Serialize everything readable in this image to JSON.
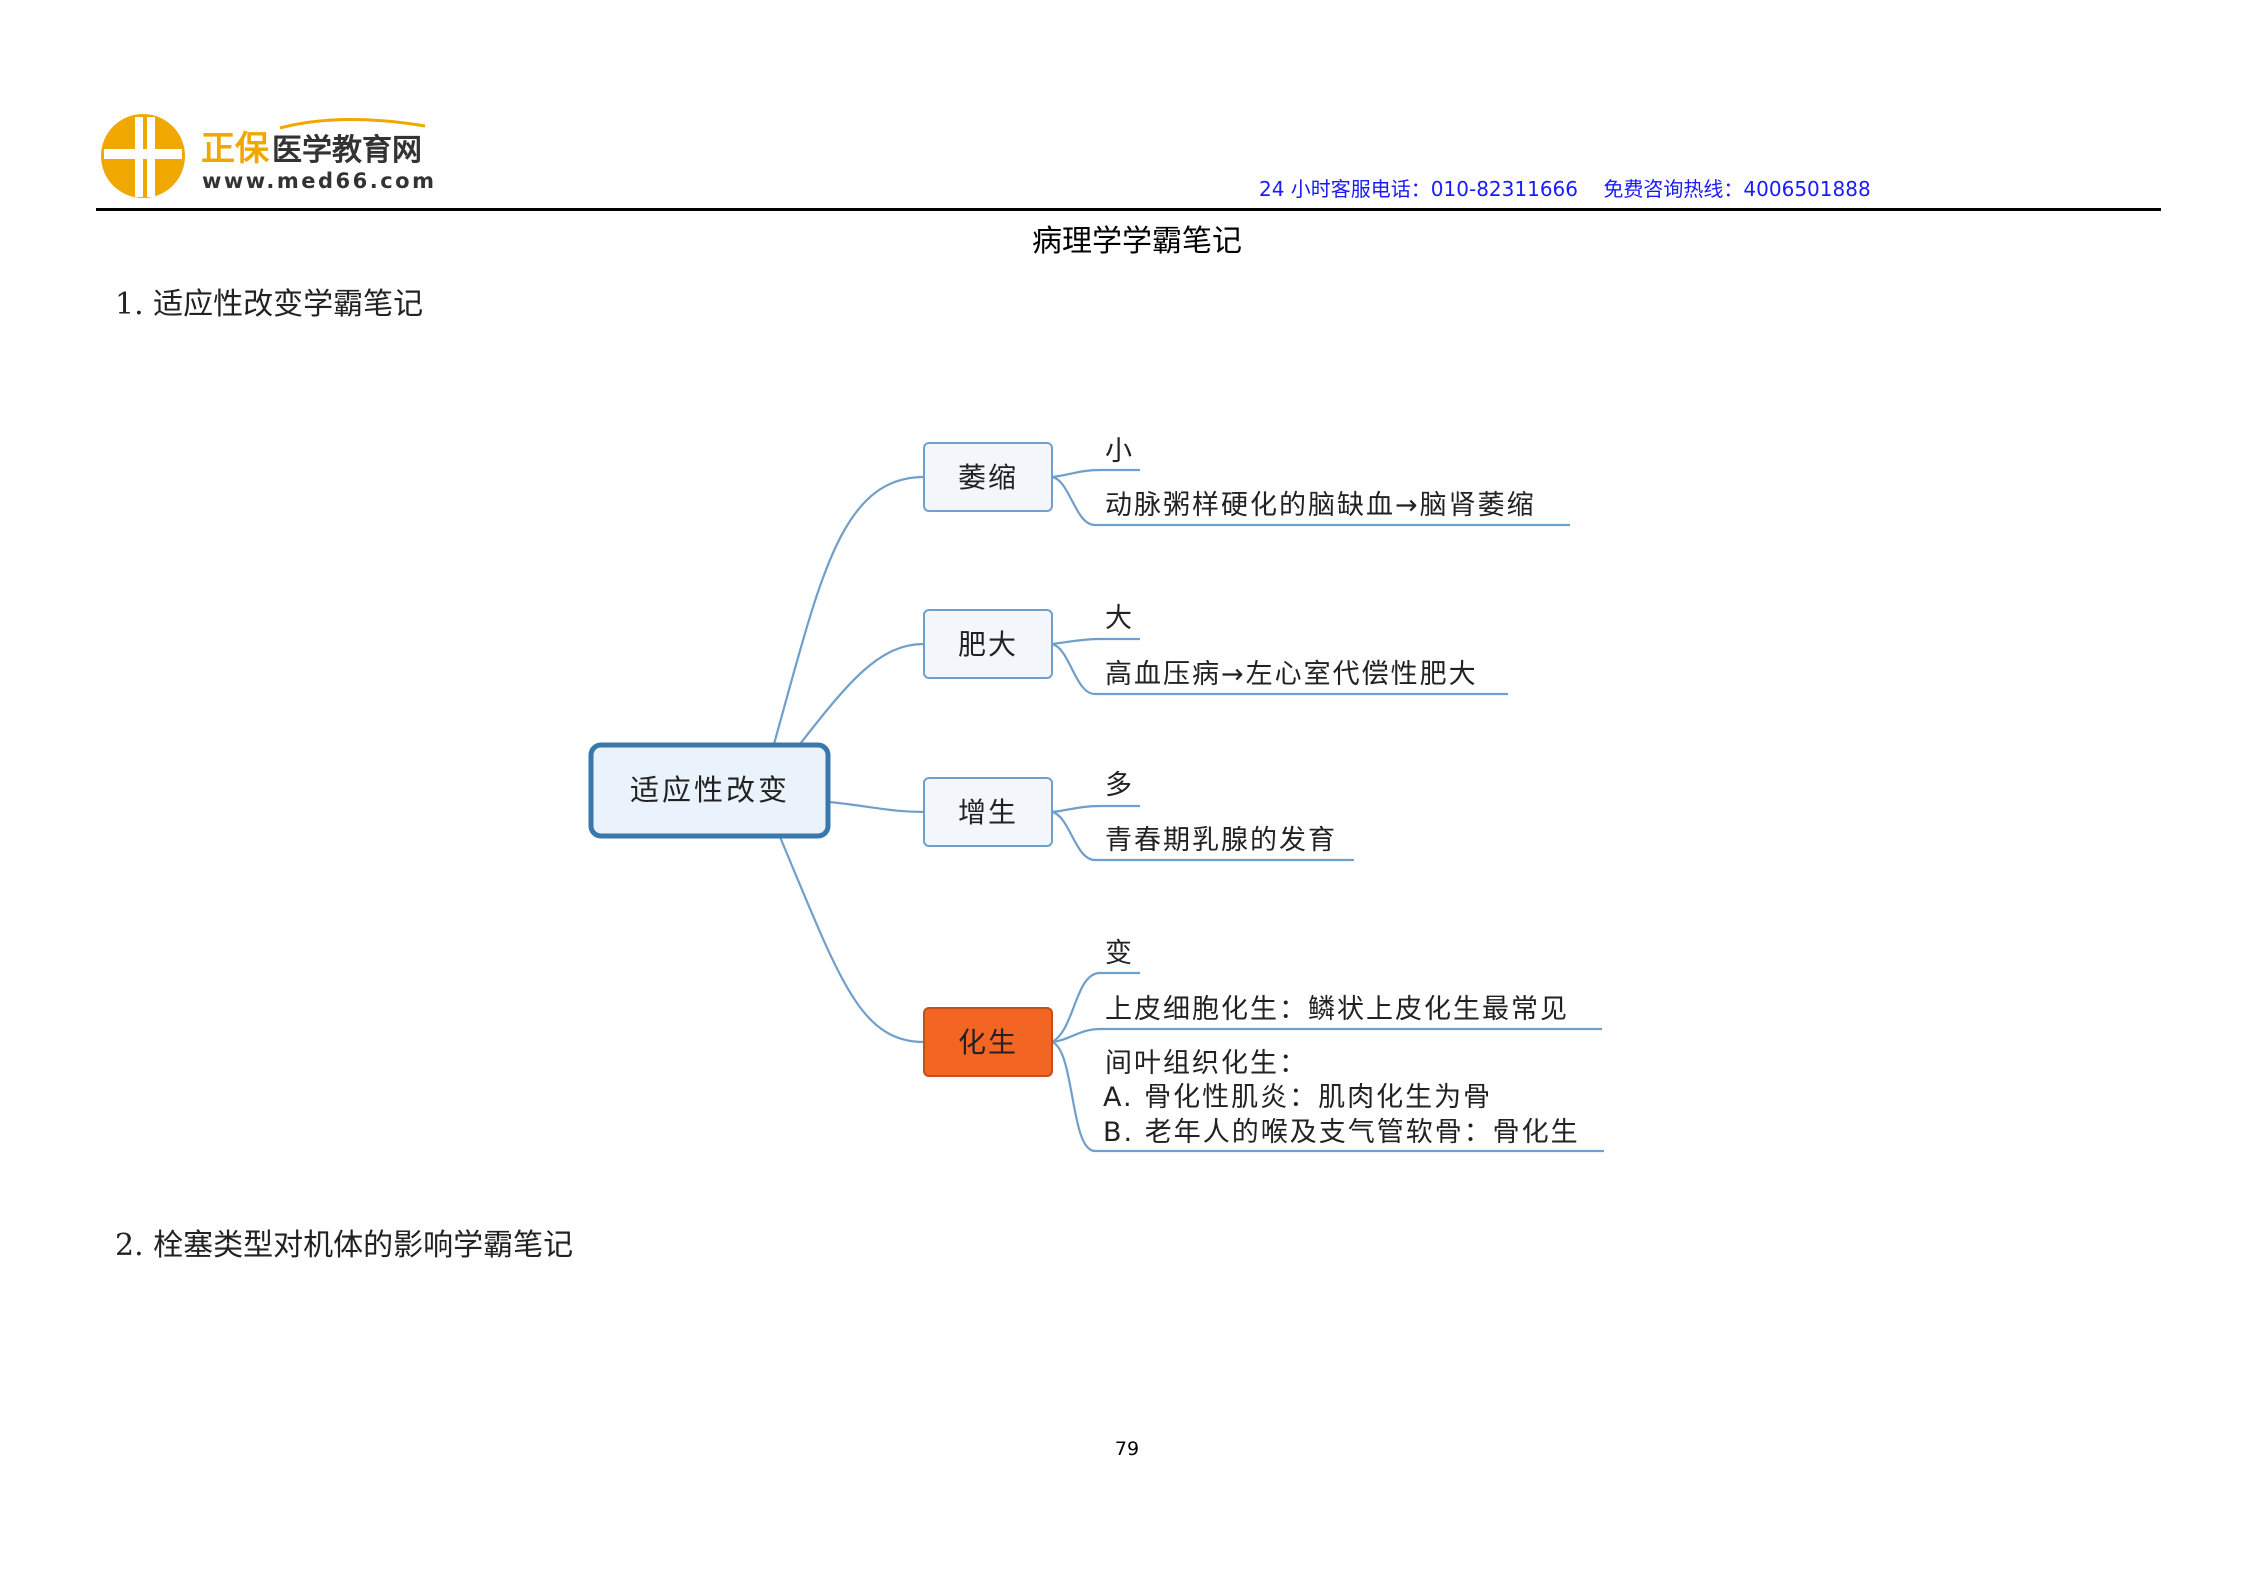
{
  "header": {
    "logo_brand": "正保",
    "logo_name": "医学教育网",
    "logo_url": "www.med66.com",
    "hotline": "24 小时客服电话：010-82311666    免费咨询热线：4006501888",
    "brand_color": "#f0a800",
    "hotline_color": "#1a1aff"
  },
  "page_title": "病理学学霸笔记",
  "section1_title": "1. 适应性改变学霸笔记",
  "section2_title": "2. 栓塞类型对机体的影响学霸笔记",
  "page_number": "79",
  "mindmap": {
    "center": "适应性改变",
    "branches": [
      {
        "label": "萎缩",
        "keyword": "小",
        "detail": [
          "动脉粥样硬化的脑缺血→脑肾萎缩"
        ]
      },
      {
        "label": "肥大",
        "keyword": "大",
        "detail": [
          "高血压病→左心室代偿性肥大"
        ]
      },
      {
        "label": "增生",
        "keyword": "多",
        "detail": [
          "青春期乳腺的发育"
        ]
      },
      {
        "label": "化生",
        "keyword": "变",
        "detail": [
          "上皮细胞化生：鳞状上皮化生最常见"
        ],
        "detail2": [
          "间叶组织化生：",
          "A. 骨化性肌炎：肌肉化生为骨",
          "B. 老年人的喉及支气管软骨：骨化生"
        ],
        "highlight_color": "#f26522"
      }
    ]
  }
}
